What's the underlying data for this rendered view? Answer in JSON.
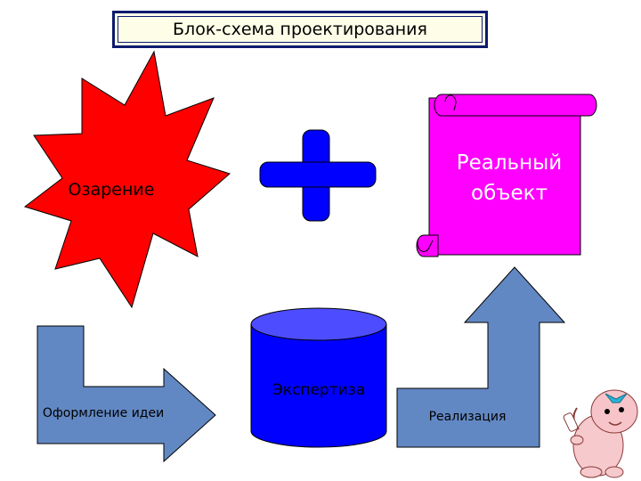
{
  "title": "Блок-схема проектирования",
  "nodes": {
    "insight": "Озарение",
    "real_object": "Реальный объект",
    "expertise": "Экспертиза",
    "idea_formation": "Оформление идеи",
    "implementation": "Реализация"
  },
  "colors": {
    "starburst": "#ff0000",
    "plus": "#0000ff",
    "scroll": "#ff00ff",
    "cylinder": "#0000ff",
    "cylinder_top": "#4d4dff",
    "arrows": "#6288c3",
    "title_border": "#0d1a6e",
    "title_fill": "#fdfde8"
  },
  "icons": [
    "baby-clipart-icon"
  ]
}
